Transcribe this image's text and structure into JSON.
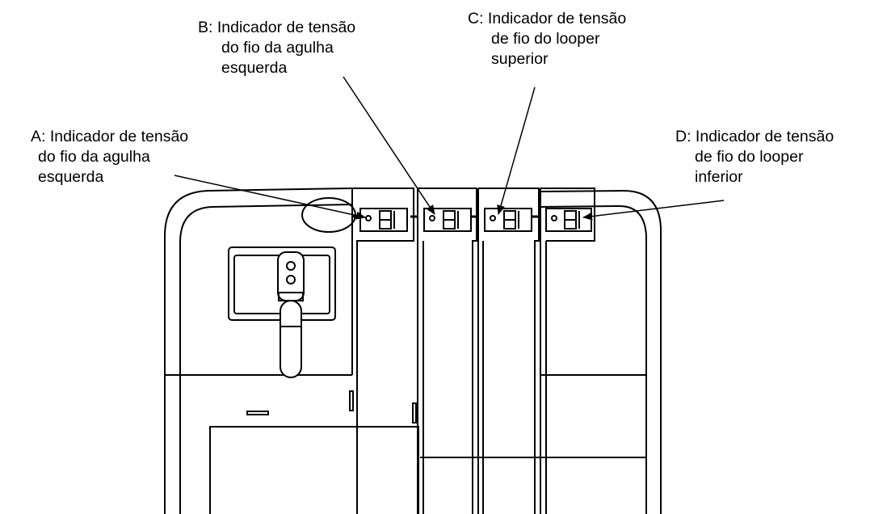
{
  "callouts": {
    "a": {
      "lines": [
        "A: Indicador de tensão",
        "do fio da agulha",
        "esquerda"
      ]
    },
    "b": {
      "lines": [
        "B: Indicador de tensão",
        "do fio da agulha",
        "esquerda"
      ]
    },
    "c": {
      "lines": [
        "C: Indicador de tensão",
        "de fio do looper",
        "superior"
      ]
    },
    "d": {
      "lines": [
        "D: Indicador de tensão",
        "de fio do looper",
        "inferior"
      ]
    }
  },
  "colors": {
    "ink": "#000000",
    "background": "#ffffff"
  }
}
